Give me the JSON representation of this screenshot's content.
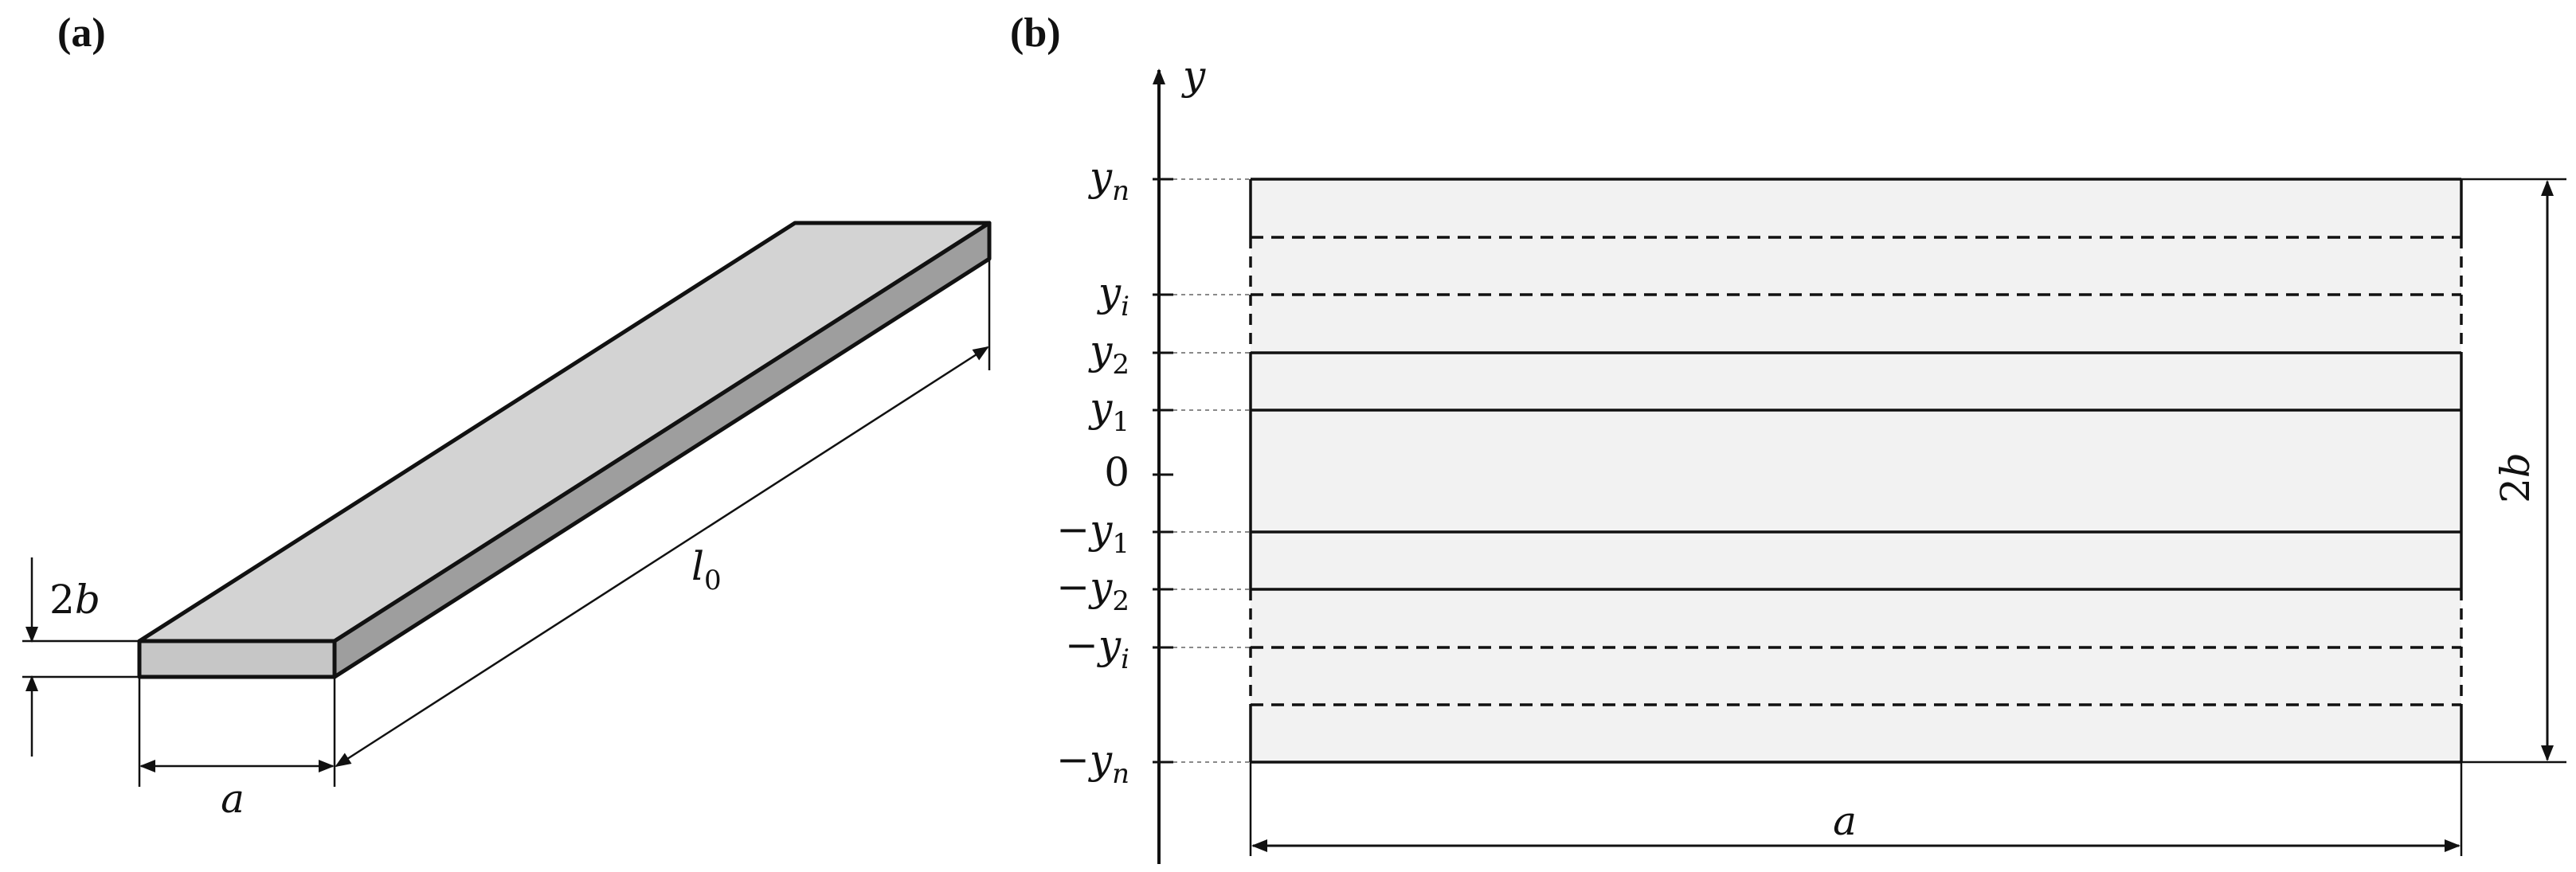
{
  "panel_a": {
    "label": "(a)",
    "dim_thickness": {
      "coef": "2",
      "sym": "b"
    },
    "dim_width": "a",
    "dim_length": {
      "sym": "l",
      "sub": "0"
    }
  },
  "panel_b": {
    "label": "(b)",
    "axis_label": "y",
    "levels": [
      {
        "id": "yn",
        "neg": "",
        "sym": "y",
        "sub": "n",
        "line": "solid"
      },
      {
        "id": "dash1",
        "neg": null,
        "sym": null,
        "sub": null,
        "line": "dashed"
      },
      {
        "id": "yi",
        "neg": "",
        "sym": "y",
        "sub": "i",
        "line": "dashed"
      },
      {
        "id": "y2",
        "neg": "",
        "sym": "y",
        "sub": "2",
        "line": "solid"
      },
      {
        "id": "y1",
        "neg": "",
        "sym": "y",
        "sub": "1",
        "line": "solid"
      },
      {
        "id": "zero",
        "neg": "",
        "sym": "0",
        "sub": "",
        "line": "none"
      },
      {
        "id": "my1",
        "neg": "−",
        "sym": "y",
        "sub": "1",
        "line": "solid"
      },
      {
        "id": "my2",
        "neg": "−",
        "sym": "y",
        "sub": "2",
        "line": "solid"
      },
      {
        "id": "myi",
        "neg": "−",
        "sym": "y",
        "sub": "i",
        "line": "dashed"
      },
      {
        "id": "dash2",
        "neg": null,
        "sym": null,
        "sub": null,
        "line": "dashed"
      },
      {
        "id": "myn",
        "neg": "−",
        "sym": "y",
        "sub": "n",
        "line": "solid"
      }
    ],
    "dim_height": {
      "coef": "2",
      "sym": "b"
    },
    "dim_width": "a"
  },
  "colors": {
    "top_face": "#d3d3d3",
    "front_face": "#c6c6c6",
    "side_face": "#9e9e9e",
    "section_fill": "#f2f2f2",
    "line": "#111111",
    "leader": "#8a8a8a"
  }
}
